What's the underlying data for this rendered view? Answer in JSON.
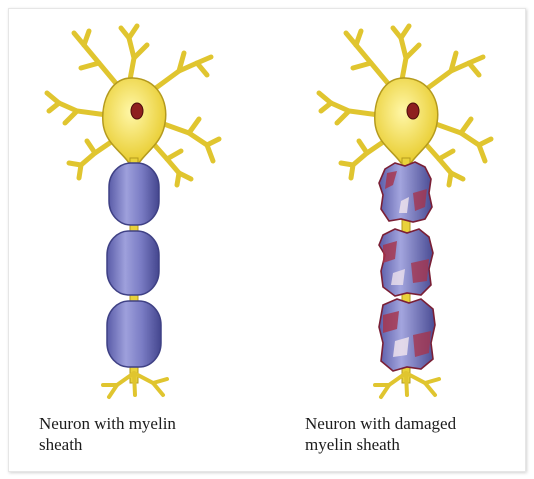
{
  "panels": [
    {
      "id": "healthy",
      "caption_line1": "Neuron with myelin",
      "caption_line2": "sheath",
      "sheath_state": "intact",
      "sheath_segments": 3
    },
    {
      "id": "damaged",
      "caption_line1": "Neuron with damaged",
      "caption_line2": "myelin sheath",
      "sheath_state": "damaged",
      "sheath_segments": 3
    }
  ],
  "colors": {
    "cell_body": "#f2e04a",
    "cell_body_outline": "#a38f1a",
    "nucleus": "#8e1f1f",
    "myelin": "#7a7cc4",
    "myelin_dark": "#3f4185",
    "damage": "#a83248"
  }
}
